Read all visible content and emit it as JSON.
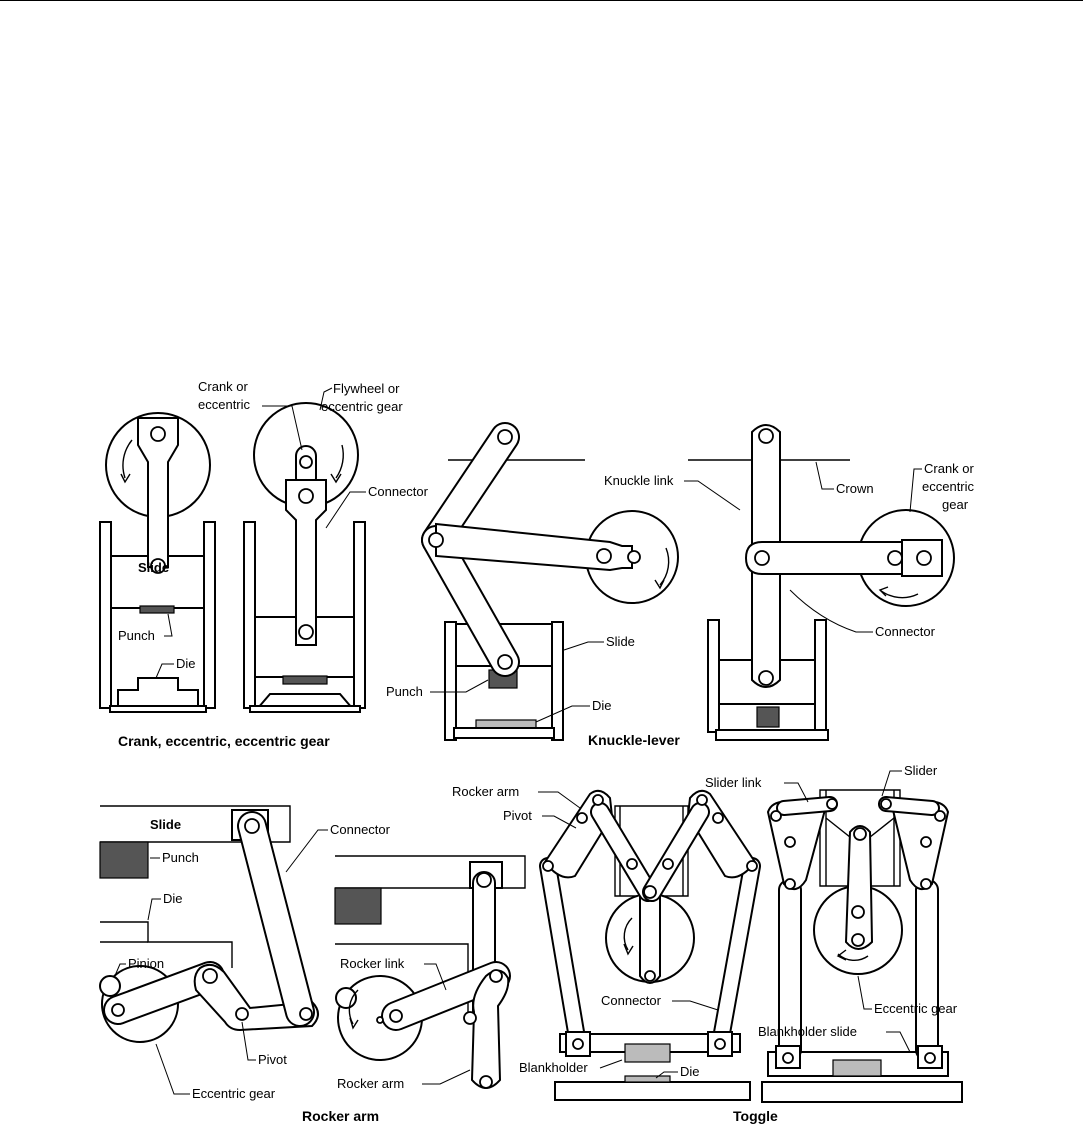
{
  "panels": {
    "crank": {
      "caption": "Crank, eccentric, eccentric gear",
      "labels": {
        "crank_or_eccentric": [
          "Crank or",
          "eccentric"
        ],
        "flywheel": [
          "Flywheel or",
          "eccentric gear"
        ],
        "connector": "Connector",
        "slide": "Slide",
        "punch": "Punch",
        "die": "Die"
      }
    },
    "knuckle": {
      "caption": "Knuckle-lever",
      "labels": {
        "knuckle_link": "Knuckle link",
        "crown": "Crown",
        "crank_gear": [
          "Crank or",
          "eccentric",
          "gear"
        ],
        "connector": "Connector",
        "slide": "Slide",
        "punch": "Punch",
        "die": "Die"
      }
    },
    "rocker": {
      "caption": "Rocker arm",
      "labels": {
        "slide": "Slide",
        "connector": "Connector",
        "punch": "Punch",
        "die": "Die",
        "pinion": "Pinion",
        "pivot": "Pivot",
        "eccentric_gear": "Eccentric gear",
        "rocker_link": "Rocker link",
        "rocker_arm": "Rocker arm"
      }
    },
    "toggle": {
      "caption": "Toggle",
      "labels": {
        "rocker_arm": "Rocker arm",
        "pivot": "Pivot",
        "slider_link": "Slider link",
        "slider": "Slider",
        "connector": "Connector",
        "eccentric_gear": "Eccentric gear",
        "blankholder_slide": "Blankholder slide",
        "blankholder": "Blankholder",
        "die": "Die"
      }
    }
  }
}
